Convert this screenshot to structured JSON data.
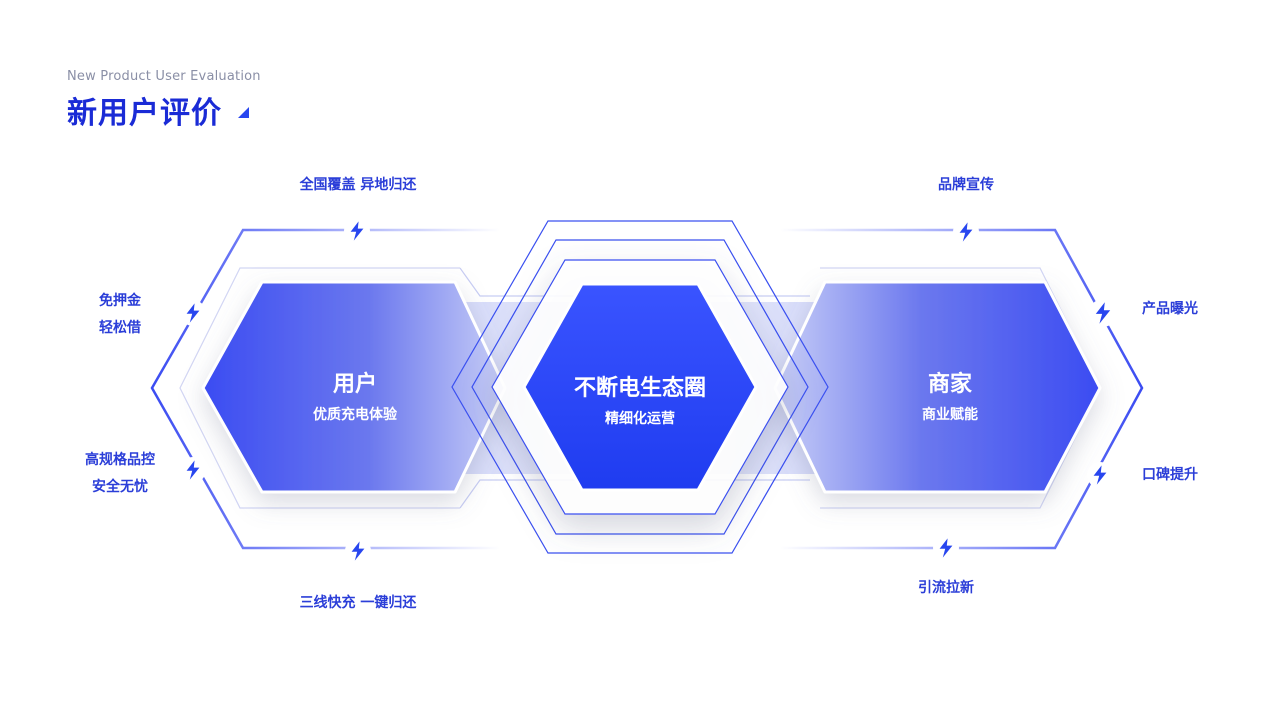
{
  "header": {
    "subtitle": "New Product User Evaluation",
    "title": "新用户评价"
  },
  "center": {
    "title": "不断电生态圈",
    "subtitle": "精细化运营"
  },
  "left": {
    "title": "用户",
    "subtitle": "优质充电体验"
  },
  "right": {
    "title": "商家",
    "subtitle": "商业赋能"
  },
  "labels": {
    "top_left": "全国覆盖 异地归还",
    "bottom_left": "三线快充 一键归还",
    "left_upper": [
      "免押金",
      "轻松借"
    ],
    "left_lower": [
      "高规格品控",
      "安全无忧"
    ],
    "top_right": "品牌宣传",
    "bottom_right": "引流拉新",
    "right_upper": "产品曝光",
    "right_lower": "口碑提升"
  },
  "colors": {
    "primary": "#2846ef",
    "title": "#1a2bd6",
    "label": "#2b3ed8"
  },
  "icons": [
    "lightning-icon"
  ]
}
